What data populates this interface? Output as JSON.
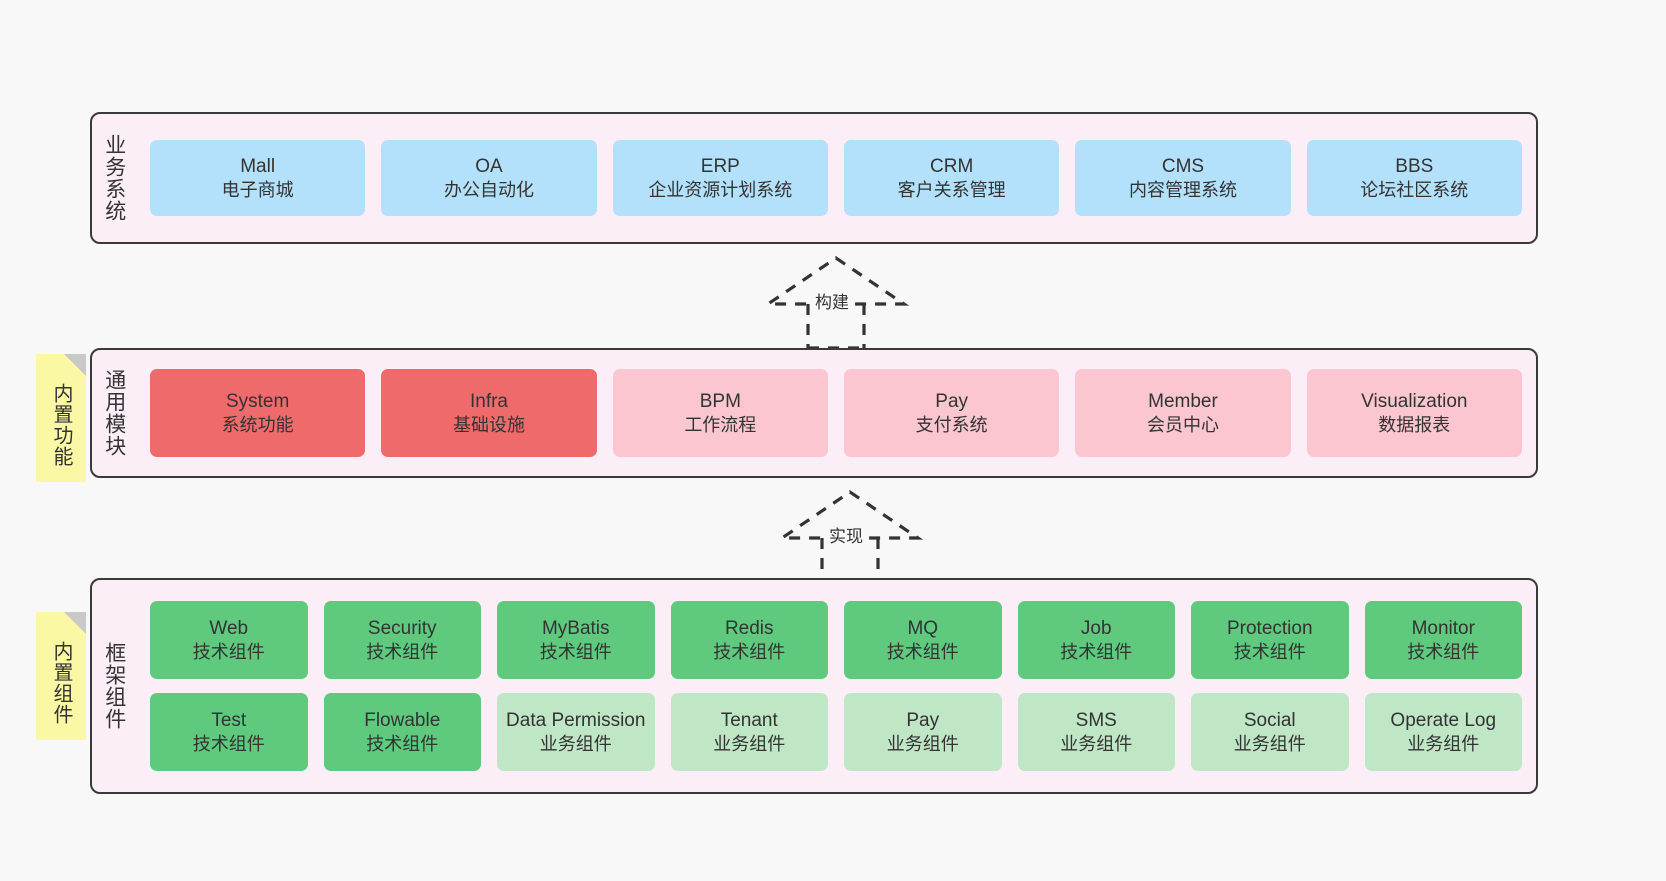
{
  "diagram": {
    "title_implicit": "",
    "colors": {
      "background": "#f8f8f8",
      "layer_fill": "#fbeef7",
      "layer_border": "#3a3a3a",
      "business_card": "#b3e0fb",
      "core_card": "#ef6b6b",
      "core_card_light": "#fbc6cf",
      "tech_card": "#5fc97e",
      "biz_component_card": "#bfe6c5",
      "note_fill": "#fbf8a5",
      "note_fold": "#c9c9c9"
    }
  },
  "layers": [
    {
      "id": "business-system",
      "title": "业务系统",
      "cards": [
        {
          "en": "Mall",
          "cn": "电子商城"
        },
        {
          "en": "OA",
          "cn": "办公自动化"
        },
        {
          "en": "ERP",
          "cn": "企业资源计划系统"
        },
        {
          "en": "CRM",
          "cn": "客户关系管理"
        },
        {
          "en": "CMS",
          "cn": "内容管理系统"
        },
        {
          "en": "BBS",
          "cn": "论坛社区系统"
        }
      ]
    },
    {
      "id": "common-module",
      "title": "通用模块",
      "note": "内置功能",
      "cards": [
        {
          "en": "System",
          "cn": "系统功能",
          "accent": "strong"
        },
        {
          "en": "Infra",
          "cn": "基础设施",
          "accent": "strong"
        },
        {
          "en": "BPM",
          "cn": "工作流程",
          "accent": "light"
        },
        {
          "en": "Pay",
          "cn": "支付系统",
          "accent": "light"
        },
        {
          "en": "Member",
          "cn": "会员中心",
          "accent": "light"
        },
        {
          "en": "Visualization",
          "cn": "数据报表",
          "accent": "light"
        }
      ]
    },
    {
      "id": "framework-component",
      "title": "框架组件",
      "note": "内置组件",
      "rows": [
        [
          {
            "en": "Web",
            "cn": "技术组件",
            "kind": "tech"
          },
          {
            "en": "Security",
            "cn": "技术组件",
            "kind": "tech"
          },
          {
            "en": "MyBatis",
            "cn": "技术组件",
            "kind": "tech"
          },
          {
            "en": "Redis",
            "cn": "技术组件",
            "kind": "tech"
          },
          {
            "en": "MQ",
            "cn": "技术组件",
            "kind": "tech"
          },
          {
            "en": "Job",
            "cn": "技术组件",
            "kind": "tech"
          },
          {
            "en": "Protection",
            "cn": "技术组件",
            "kind": "tech"
          },
          {
            "en": "Monitor",
            "cn": "技术组件",
            "kind": "tech"
          }
        ],
        [
          {
            "en": "Test",
            "cn": "技术组件",
            "kind": "tech"
          },
          {
            "en": "Flowable",
            "cn": "技术组件",
            "kind": "tech"
          },
          {
            "en": "Data Permission",
            "cn": "业务组件",
            "kind": "biz"
          },
          {
            "en": "Tenant",
            "cn": "业务组件",
            "kind": "biz"
          },
          {
            "en": "Pay",
            "cn": "业务组件",
            "kind": "biz"
          },
          {
            "en": "SMS",
            "cn": "业务组件",
            "kind": "biz"
          },
          {
            "en": "Social",
            "cn": "业务组件",
            "kind": "biz"
          },
          {
            "en": "Operate Log",
            "cn": "业务组件",
            "kind": "biz"
          }
        ]
      ]
    }
  ],
  "connectors": [
    {
      "id": "build",
      "label": "构建"
    },
    {
      "id": "implement",
      "label": "实现"
    }
  ]
}
